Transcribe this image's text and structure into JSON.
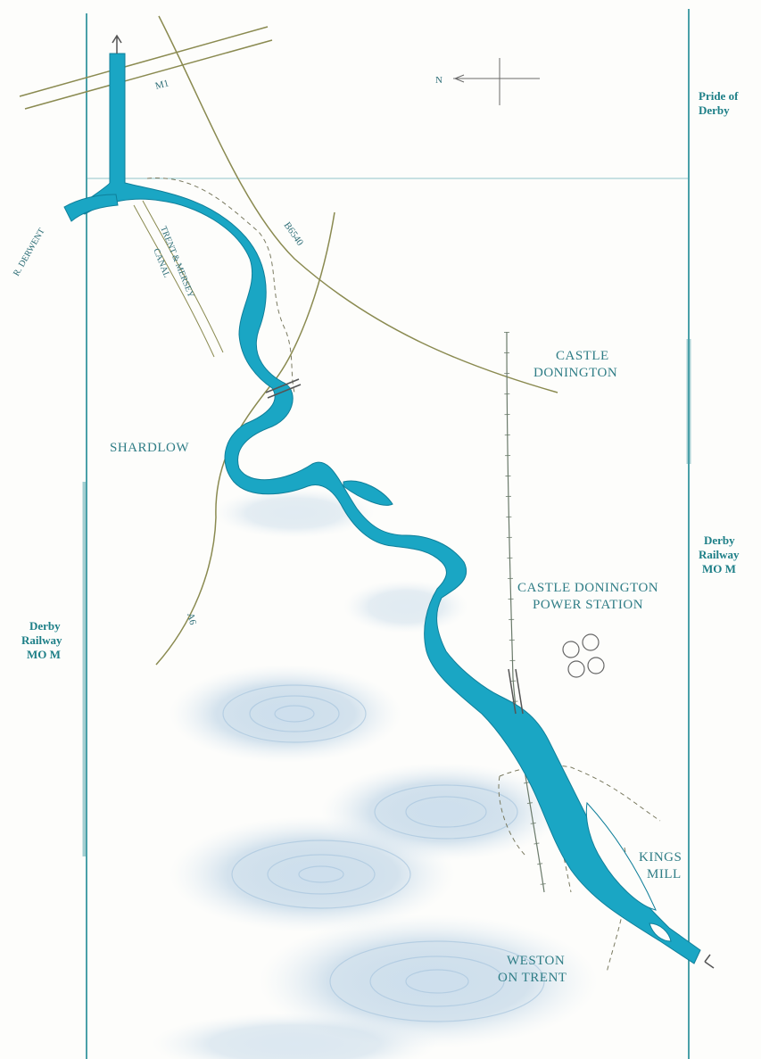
{
  "colors": {
    "river": "#1aa6c4",
    "river_edge": "#0f7f9a",
    "road": "#8a8a50",
    "railway": "#6a7a6a",
    "margin_line": "#4aa0a8",
    "label": "#2f7d86",
    "ripple": "#a9c6de",
    "background": "#fdfdfb"
  },
  "compass": {
    "north_label": "N"
  },
  "roads": {
    "m1": "M1",
    "b6540": "B6540",
    "a6": "A6"
  },
  "waterways": {
    "derwent": "R. DERWENT",
    "canal_line1": "TRENT & MERSEY",
    "canal_line2": "CANAL"
  },
  "places": {
    "castle_donington": [
      "CASTLE",
      "DONINGTON"
    ],
    "shardlow": "SHARDLOW",
    "power_station": [
      "CASTLE DONINGTON",
      "POWER STATION"
    ],
    "kings_mill": [
      "KINGS",
      "MILL"
    ],
    "weston": [
      "WESTON",
      "ON TRENT"
    ]
  },
  "side_notes": {
    "top_right": [
      "Pride of",
      "Derby"
    ],
    "mid_right": [
      "Derby",
      "Railway",
      "MO M"
    ],
    "mid_left": [
      "Derby",
      "Railway",
      "MO M"
    ]
  }
}
